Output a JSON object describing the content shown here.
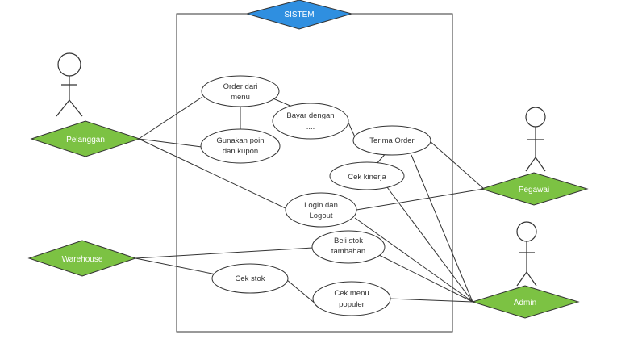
{
  "system": {
    "label": "SISTEM",
    "color": "#2f8fe0"
  },
  "actors": {
    "pelanggan": "Pelanggan",
    "warehouse": "Warehouse",
    "pegawai": "Pegawai",
    "admin": "Admin",
    "color": "#7cc243"
  },
  "use_cases": {
    "order_menu": [
      "Order dari",
      "menu"
    ],
    "poin_kupon": [
      "Gunakan poin",
      "dan kupon"
    ],
    "bayar": [
      "Bayar dengan",
      "...."
    ],
    "terima_order": [
      "Terima Order"
    ],
    "cek_kinerja": [
      "Cek kinerja"
    ],
    "login_logout": [
      "Login dan",
      "Logout"
    ],
    "beli_stok": [
      "Beli stok",
      "tambahan"
    ],
    "cek_stok": [
      "Cek stok"
    ],
    "cek_menu_populer": [
      "Cek menu",
      "populer"
    ]
  }
}
